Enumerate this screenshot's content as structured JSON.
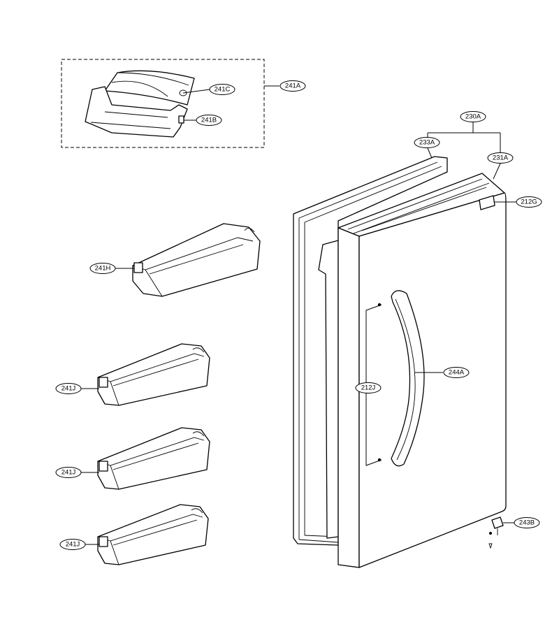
{
  "callouts": {
    "c241A": "241A",
    "c241C": "241C",
    "c241B": "241B",
    "c230A": "230A",
    "c233A": "233A",
    "c231A": "231A",
    "c212G": "212G",
    "c241H": "241H",
    "c241J_1": "241J",
    "c241J_2": "241J",
    "c241J_3": "241J",
    "c212J": "212J",
    "c244A": "244A",
    "c243B": "243B"
  }
}
